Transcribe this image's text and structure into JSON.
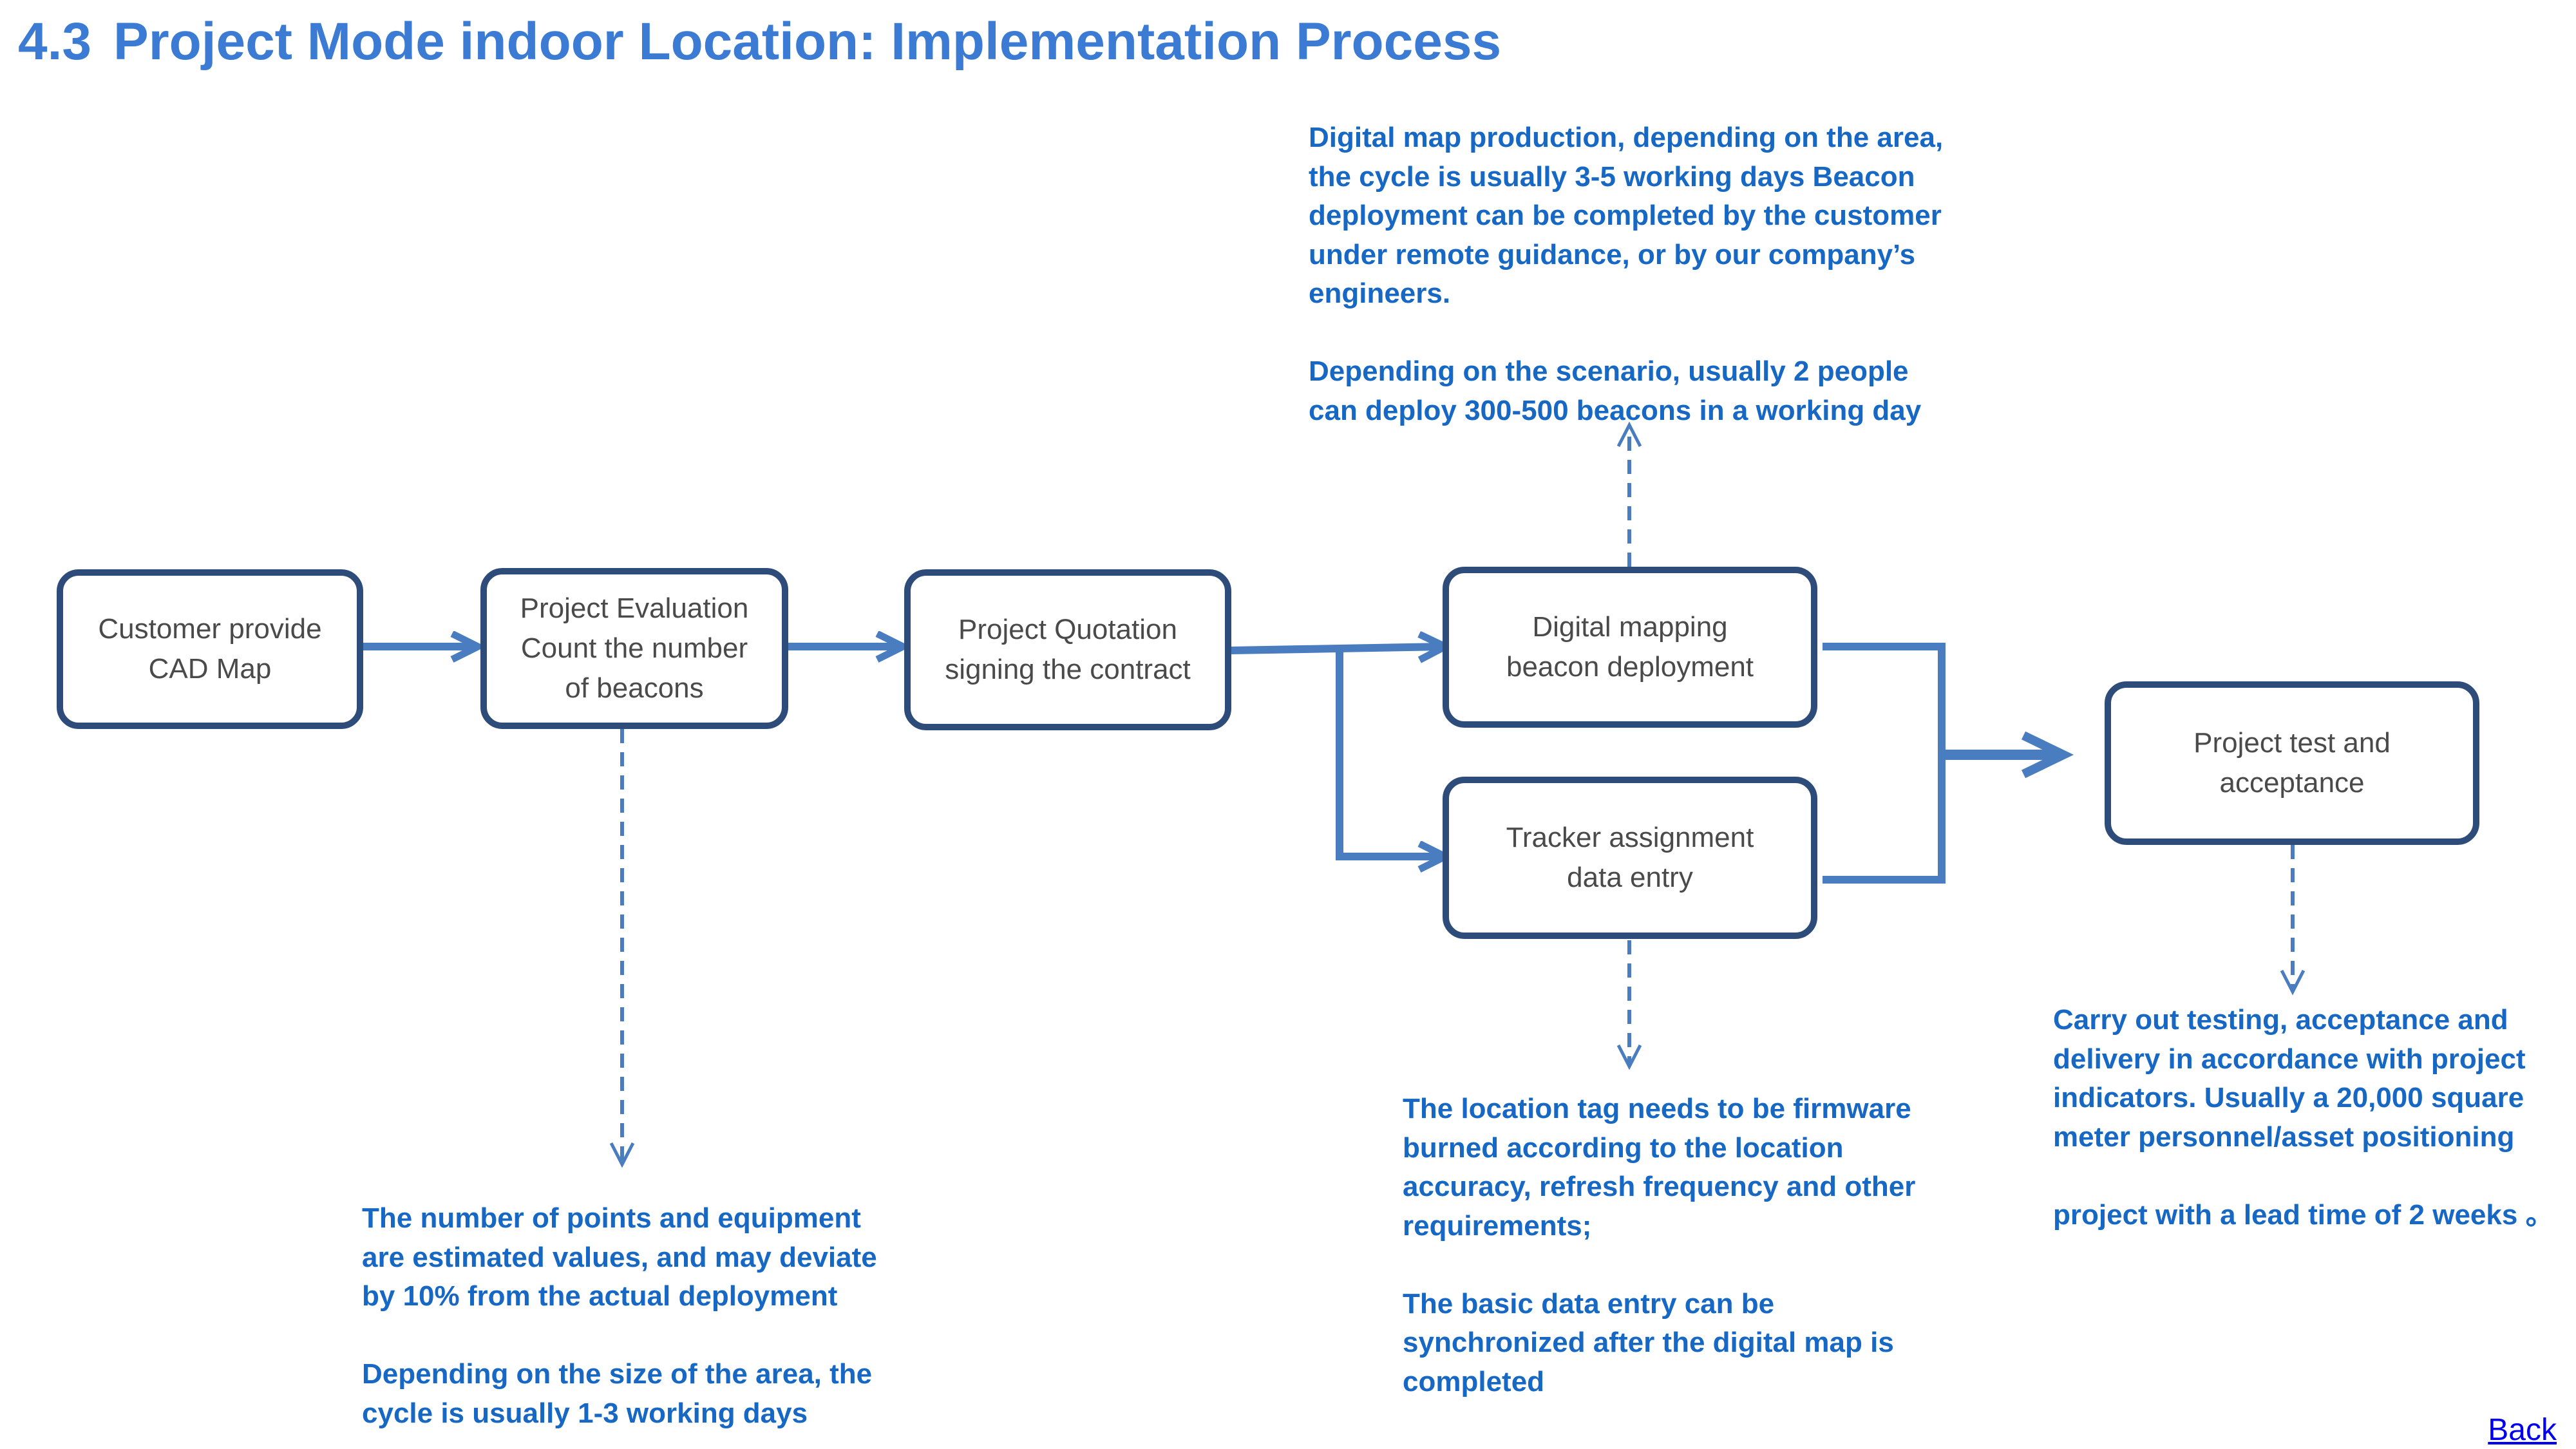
{
  "header": {
    "section_number": "4.3",
    "title": "Project Mode indoor Location: Implementation Process"
  },
  "steps": {
    "cad_map": [
      "Customer provide",
      "CAD Map"
    ],
    "evaluation": [
      "Project Evaluation",
      "Count the number",
      "of beacons"
    ],
    "quotation": [
      "Project Quotation",
      "signing the contract"
    ],
    "mapping": [
      "Digital mapping",
      "beacon deployment"
    ],
    "tracker": [
      "Tracker assignment",
      "data entry"
    ],
    "test": [
      "Project test and",
      "acceptance"
    ]
  },
  "notes": {
    "mapping": "Digital map production, depending on the area,\nthe cycle is usually 3-5 working days Beacon\ndeployment can be completed by the customer\nunder remote guidance, or by our company’s\nengineers.\n\nDepending on the scenario, usually 2 people\ncan deploy 300-500 beacons in a working day",
    "evaluation": "The number of points and equipment\nare estimated values, and may deviate\nby 10% from the actual deployment\n\nDepending on the size of the area, the\ncycle is usually 1-3 working days",
    "tracker": "The location tag needs to be firmware\nburned according to the location\naccuracy, refresh frequency and other\nrequirements;\n\nThe basic data entry can be\nsynchronized after the digital map is\ncompleted",
    "test": "Carry out testing, acceptance and\ndelivery in accordance with project\nindicators. Usually a 20,000 square\nmeter personnel/asset positioning\n\nproject with a lead time of 2 weeks 。"
  },
  "footer": {
    "back_label": "Back"
  },
  "colors": {
    "title": "#3b7bd4",
    "box_border": "#2e4c7a",
    "connector": "#4a7cc0",
    "note_text": "#1668c4",
    "box_text": "#4a4a4a",
    "link": "#0000ee"
  }
}
